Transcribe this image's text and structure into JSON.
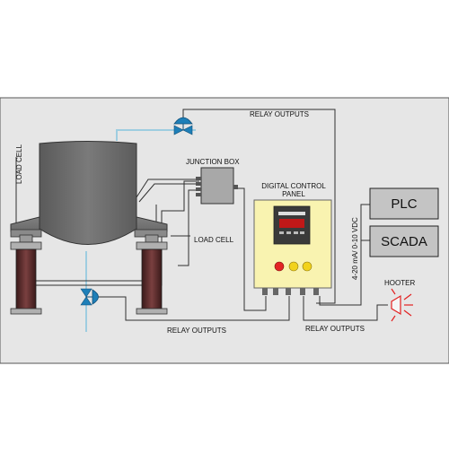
{
  "labels": {
    "relay_outputs_top": "RELAY OUTPUTS",
    "relay_outputs_bottom_left": "RELAY OUTPUTS",
    "relay_outputs_bottom_right": "RELAY OUTPUTS",
    "junction_box": "JUNCTION BOX",
    "digital_control_panel_line1": "DIGITAL CONTROL",
    "digital_control_panel_line2": "PANEL",
    "load_cell_left": "LOAD CELL",
    "load_cell_right": "LOAD CELL",
    "signal_output": "4-20 mA/ 0-10 VDC",
    "plc": "PLC",
    "scada": "SCADA",
    "hooter": "HOOTER"
  },
  "colors": {
    "frame_background": "#e6e6e6",
    "tank": "#6a6a6a",
    "legs": "#5a2f2f",
    "panel": "#f9f3b0",
    "indicator_red": "#e32424",
    "indicator_yellow": "#f2d21c",
    "valve_blue": "#1e7fb8",
    "pipe": "#9ecde0",
    "hooter_red": "#e22020"
  }
}
